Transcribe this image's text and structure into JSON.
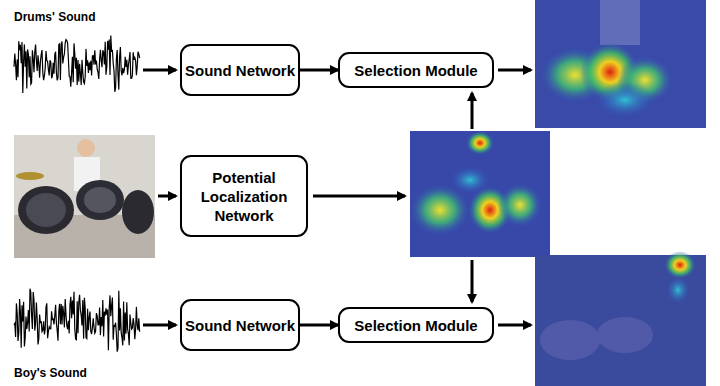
{
  "diagram": {
    "nodes": [
      {
        "text": [
          "Sound Network"
        ]
      },
      {
        "text": [
          "Selection Module"
        ]
      },
      {
        "text": [
          "Potential Localization Network"
        ]
      },
      {
        "text": [
          "Sound Network"
        ]
      },
      {
        "text": [
          "Selection Module"
        ]
      }
    ],
    "edges": [
      {
        "from": 0,
        "to": 1,
        "arrow": "to"
      },
      {
        "from": 3,
        "to": 4,
        "arrow": "to"
      }
    ],
    "labels": [
      "Drums' Sound",
      "Boy's Sound"
    ]
  }
}
